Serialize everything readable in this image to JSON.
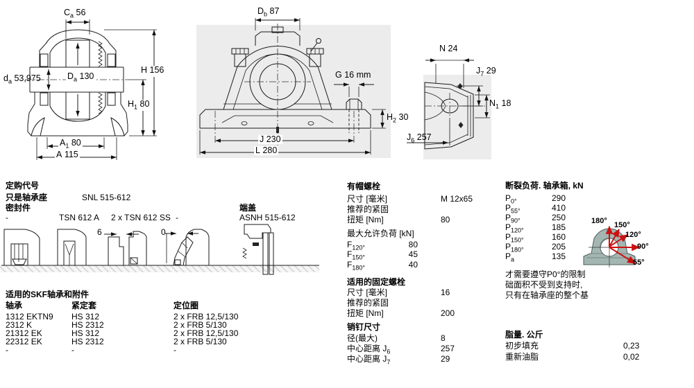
{
  "dims": {
    "ca": {
      "pre": "C",
      "sub": "a",
      "val": "56"
    },
    "h": {
      "pre": "H",
      "sub": "",
      "val": "156"
    },
    "da": {
      "pre": "d",
      "sub": "a",
      "val": "53,975"
    },
    "Da": {
      "pre": "D",
      "sub": "a",
      "val": "130"
    },
    "h1": {
      "pre": "H",
      "sub": "1",
      "val": "80"
    },
    "a1": {
      "pre": "A",
      "sub": "1",
      "val": "80"
    },
    "a": {
      "pre": "A",
      "sub": "",
      "val": "115"
    },
    "db": {
      "pre": "D",
      "sub": "b",
      "val": "87"
    },
    "g": {
      "pre": "G",
      "sub": "",
      "val": "16 mm"
    },
    "h2": {
      "pre": "H",
      "sub": "2",
      "val": "30"
    },
    "j": {
      "pre": "J",
      "sub": "",
      "val": "230"
    },
    "l": {
      "pre": "L",
      "sub": "",
      "val": "280"
    },
    "n": {
      "pre": "N",
      "sub": "",
      "val": "24"
    },
    "j7": {
      "pre": "J",
      "sub": "7",
      "val": "29"
    },
    "n1": {
      "pre": "N",
      "sub": "1",
      "val": "18"
    },
    "j6": {
      "pre": "J",
      "sub": "6",
      "val": "257"
    }
  },
  "ordering": {
    "title": "定购代号",
    "housing_label": "只是轴承座",
    "housing_value": "SNL 515-612",
    "seals_label": "密封件",
    "seal_options": [
      "-",
      "TSN 612 A",
      "2 x TSN 612 SS",
      "-"
    ],
    "end_cover_label": "端盖",
    "end_cover_value": "ASNH 515-612",
    "gap_labels": [
      "6",
      "0"
    ]
  },
  "bearings_table": {
    "title": "适用的SKF轴承和附件",
    "headers": [
      "轴承",
      "紧定套",
      "定位圈"
    ],
    "rows": [
      [
        "1312 EKTN9",
        "HS 312",
        "2 x FRB 12,5/130"
      ],
      [
        "2312 K",
        "HS 2312",
        "2 x FRB 5/130"
      ],
      [
        "21312 EK",
        "HS 312",
        "2 x FRB 12,5/130"
      ],
      [
        "22312 EK",
        "HS 2312",
        "2 x FRB 5/130"
      ],
      [
        "-",
        "-",
        "-"
      ]
    ]
  },
  "cap_bolts": {
    "title": "有帽螺栓",
    "size_label": "尺寸 [毫米]",
    "size_value": "M 12x65",
    "tighten_label": "推荐的紧固",
    "torque_label": "扭矩 [Nm]",
    "torque_value": "80"
  },
  "max_load": {
    "title": "最大允许负荷 [kN]",
    "rows": [
      {
        "pre": "F",
        "sub": "120°",
        "val": "80"
      },
      {
        "pre": "F",
        "sub": "150°",
        "val": "45"
      },
      {
        "pre": "F",
        "sub": "180°",
        "val": "40"
      }
    ]
  },
  "foundation_bolts": {
    "title": "适用的固定螺栓",
    "size_label": "尺寸 [毫米]",
    "size_value": "16",
    "tighten_label": "推荐的紧固",
    "torque_label": "扭矩 [Nm]",
    "torque_value": "200"
  },
  "pins": {
    "title": "销钉尺寸",
    "rows": [
      {
        "pre": "径(最大)",
        "sub": "",
        "val": "8"
      },
      {
        "pre": "中心距离 J",
        "sub": "6",
        "val": "257"
      },
      {
        "pre": "中心距离 J",
        "sub": "7",
        "val": "29"
      }
    ]
  },
  "breaking_loads": {
    "title": "断裂负荷.  轴承箱, kN",
    "rows": [
      {
        "pre": "P",
        "sub": "0°",
        "val": "290"
      },
      {
        "pre": "P",
        "sub": "55°",
        "val": "410"
      },
      {
        "pre": "P",
        "sub": "90°",
        "val": "250"
      },
      {
        "pre": "P",
        "sub": "120°",
        "val": "185"
      },
      {
        "pre": "P",
        "sub": "150°",
        "val": "160"
      },
      {
        "pre": "P",
        "sub": "180°",
        "val": "205"
      },
      {
        "pre": "P",
        "sub": "a",
        "val": "135"
      }
    ],
    "note_lines": [
      "才需要遵守P0°的限制",
      "础面积不受到支持时,",
      "只有在轴承座的整个基"
    ],
    "angle_labels": [
      "180°",
      "150°",
      "120°",
      "90°",
      "55°"
    ]
  },
  "grease": {
    "title": "脂量.  公斤",
    "rows": [
      {
        "label": "初步填充",
        "val": "0,23"
      },
      {
        "label": "重新油脂",
        "val": "0,02"
      }
    ]
  },
  "colors": {
    "housing_blue": "#7ba3cc",
    "seal_green": "#b8e07a",
    "bearing_light_blue": "#ccd9ec",
    "diagram_teal": "#a3b6b1",
    "arrow_red": "#cc1111",
    "drawing_bg_gray": "#ececec"
  }
}
